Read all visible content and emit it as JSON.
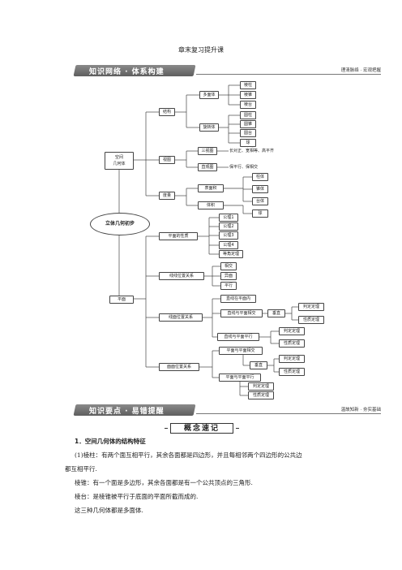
{
  "title": "章末复习提升课",
  "banner1": {
    "label": "知识网络 · 体系构建",
    "right": "理清脉络 · 宏观把握"
  },
  "banner2": {
    "label": "知识要点 · 易错提醒",
    "right": "温故知新 · 夯实基础"
  },
  "map": {
    "root": "立体几何初步",
    "space": "空间\n几何体",
    "plane": "平面",
    "jiegou": "结构",
    "shitu": "视图",
    "duliang": "度量",
    "duomianti": "多面体",
    "xuanzhuanti": "旋转体",
    "lengzhu": "棱柱",
    "lengzhui": "棱锥",
    "lengtai": "棱台",
    "yuanzhu": "圆柱",
    "yuanzhui": "圆锥",
    "yuantai": "圆台",
    "qiu": "球",
    "sanshitu": "三视图",
    "sanshitu_rule": "长对正、宽相等、高平齐",
    "zhiguantu": "直观图",
    "zhiguantu_rule": "保平行、保相交",
    "biaomianji": "表面积",
    "tiji": "体积",
    "zhuti": "柱体",
    "zhuiti": "锥体",
    "taiti": "台体",
    "qiu2": "球",
    "pingmian_xingzhi": "平面的性质",
    "gongli1": "公理1",
    "gongli2": "公理2",
    "gongli3": "公理3",
    "gongli4": "公理4",
    "dengjiao": "等角定理",
    "xianxian": "线线位置关系",
    "xiangjiao": "相交",
    "yimian": "异面",
    "pingxing": "平行",
    "xianmian": "线面位置关系",
    "zaipingmiannei": "直线在平面内",
    "xianmianxiangjiao": "直线与平面相交",
    "chuizhi": "垂直",
    "panding1": "判定定理",
    "xingzhi1": "性质定理",
    "xianmianpingxing": "直线与平面平行",
    "panding2": "判定定理",
    "xingzhi2": "性质定理",
    "mianmian": "面面位置关系",
    "mianmianxiangjiao": "平面与平面相交",
    "chuizhi2": "垂直",
    "panding3": "判定定理",
    "xingzhi3": "性质定理",
    "mianmianpingxing": "平面与平面平行",
    "panding4": "判定定理",
    "xingzhi4": "性质定理"
  },
  "section_tag": "概念速记",
  "body": {
    "h1": "1．空间几何体的结构特征",
    "p1": "(1)棱柱：有两个面互相平行，其余各面都是四边形，并且每相邻两个四边形的公共边",
    "p1b": "都互相平行.",
    "p2": "棱锥：有一个面是多边形，其余各面都是有一个公共顶点的三角形.",
    "p3": "棱台：是棱锥被平行于底面的平面所截而成的.",
    "p4": "这三种几何体都是多面体."
  }
}
